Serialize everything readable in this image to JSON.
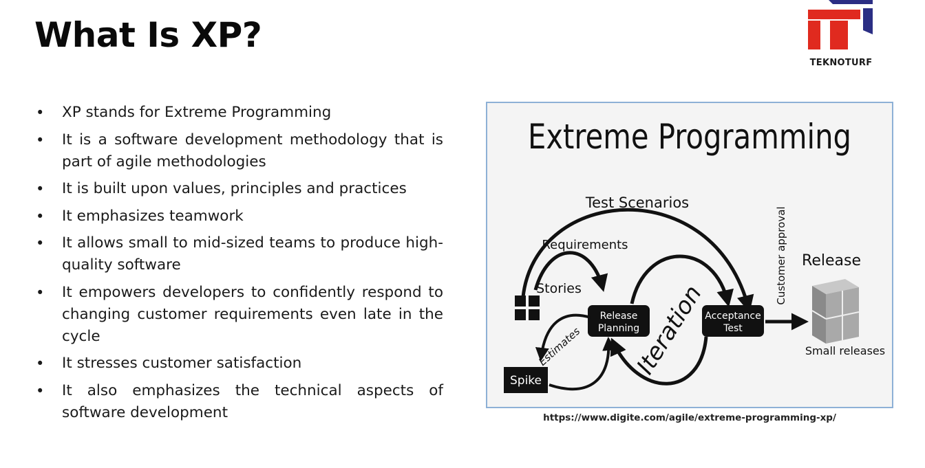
{
  "slide": {
    "title": "What Is XP?",
    "bullets": [
      "XP stands for Extreme Programming",
      "It is a software development methodology  that is part of agile methodologies",
      "It is built upon values, principles and practices",
      "It emphasizes teamwork",
      "It allows small to mid-sized teams to produce high-quality software",
      "It empowers developers to confidently respond to changing customer requirements even late in the cycle",
      "It stresses customer satisfaction",
      "It also emphasizes the technical aspects of software development"
    ],
    "bullet_marker": "•",
    "source_url": "https://www.digite.com/agile/extreme-programming-xp/"
  },
  "logo": {
    "text": "TEKNOTURF",
    "colors": {
      "red": "#e02a1f",
      "navy": "#2b2e84"
    }
  },
  "diagram": {
    "title": "Extreme Programming",
    "labels": {
      "test_scenarios": "Test Scenarios",
      "requirements": "Requirements",
      "stories": "Stories",
      "estimates": "Estimates",
      "iteration": "Iteration",
      "customer_approval": "Customer approval",
      "release": "Release",
      "small_releases": "Small releases"
    },
    "nodes": {
      "release_planning": [
        "Release",
        "Planning"
      ],
      "acceptance_test": [
        "Acceptance",
        "Test"
      ],
      "spike": "Spike"
    },
    "colors": {
      "ink": "#111111",
      "border": "#8db0d6",
      "cube": "#9a9a9a"
    }
  }
}
